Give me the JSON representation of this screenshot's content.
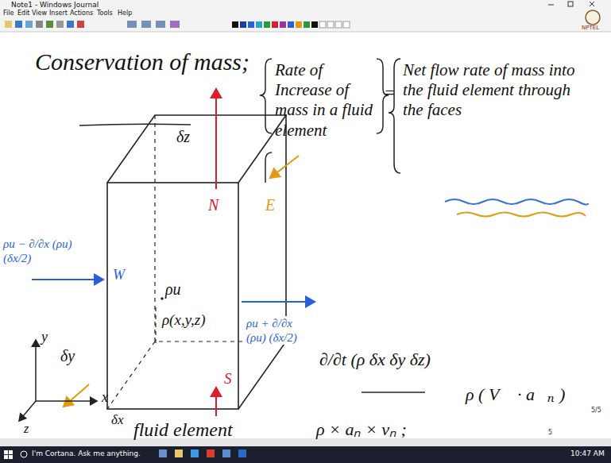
{
  "diagram": {
    "title": "Conservation of mass;",
    "labels": [
      "Note1 - Windows Journal",
      "File",
      "Edit",
      "View",
      "Insert",
      "Actions",
      "Tools",
      "Help",
      "NPTEL",
      "Rate of Increase of mass in a fluid element",
      "=",
      "Net flow rate of mass into the fluid element through the faces",
      "δz",
      "N",
      "E",
      "W",
      "ρu",
      "ρ(x,y,z)",
      "ρu − ∂/∂x (ρu) (δx/2)",
      "ρu + ∂/∂x (ρu) (δx/2)",
      "δy",
      "S",
      "∂/∂t (ρ δx δy δz)",
      "y",
      "x",
      "z",
      "δx",
      "fluid element",
      "ρ × aₙ × vₙ ;",
      "ρ ( V⃗ · a⃗ₙ )",
      "5/5",
      "5",
      "I'm Cortana. Ask me anything.",
      "10:47 AM"
    ]
  }
}
